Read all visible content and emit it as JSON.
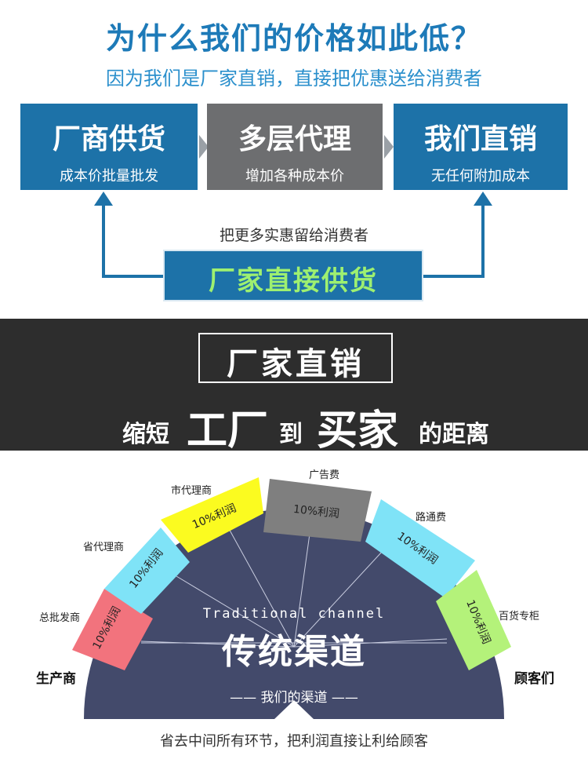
{
  "header": {
    "title": "为什么我们的价格如此低？",
    "subtitle": "因为我们是厂家直销，直接把优惠送给消费者"
  },
  "flow": {
    "box1": {
      "title": "厂商供货",
      "desc": "成本价批量批发"
    },
    "box2": {
      "title": "多层代理",
      "desc": "增加各种成本价"
    },
    "box3": {
      "title": "我们直销",
      "desc": "无任何附加成本"
    },
    "note": "把更多实惠留给消费者",
    "supply": "厂家直接供货"
  },
  "banner": {
    "title": "厂家直销",
    "slogan": {
      "p1": "缩短",
      "p2": "工厂",
      "p3": "到",
      "p4": "买家",
      "p5": "的距离"
    }
  },
  "channel": {
    "title_en": "Traditional channel",
    "title_cn": "传统渠道",
    "ours": "—— 我们的渠道 ——",
    "left_end": "生产商",
    "right_end": "顾客们",
    "profit": "10%利润",
    "stages": [
      "总批发商",
      "省代理商",
      "市代理商",
      "广告费",
      "路通费",
      "百货专柜"
    ],
    "bottom_note": "省去中间所有环节，把利润直接让利给顾客"
  },
  "colors": {
    "blue": "#1d72a8",
    "gray": "#6d6e70",
    "navy": "#434a6b",
    "seg_red": "#f2737d",
    "seg_cyan": "#7fe3f7",
    "seg_yellow": "#fbfb20",
    "seg_gray": "#7f7f7f",
    "seg_green": "#b4f27a"
  }
}
